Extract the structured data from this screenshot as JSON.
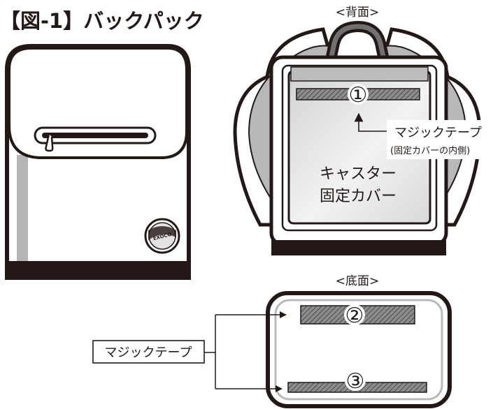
{
  "figure": {
    "title": "【図-1】バックパック",
    "back_view": {
      "label": "<背面>",
      "marker": "①",
      "callout_main": "マジックテープ",
      "callout_sub": "(固定カバーの内側)",
      "cover_label_line1": "キャスター",
      "cover_label_line2": "固定カバー"
    },
    "front_view": {
      "logo_text": "EXOCO"
    },
    "bottom_view": {
      "label": "<底面>",
      "marker_2": "②",
      "marker_3": "③",
      "callout": "マジックテープ"
    }
  }
}
